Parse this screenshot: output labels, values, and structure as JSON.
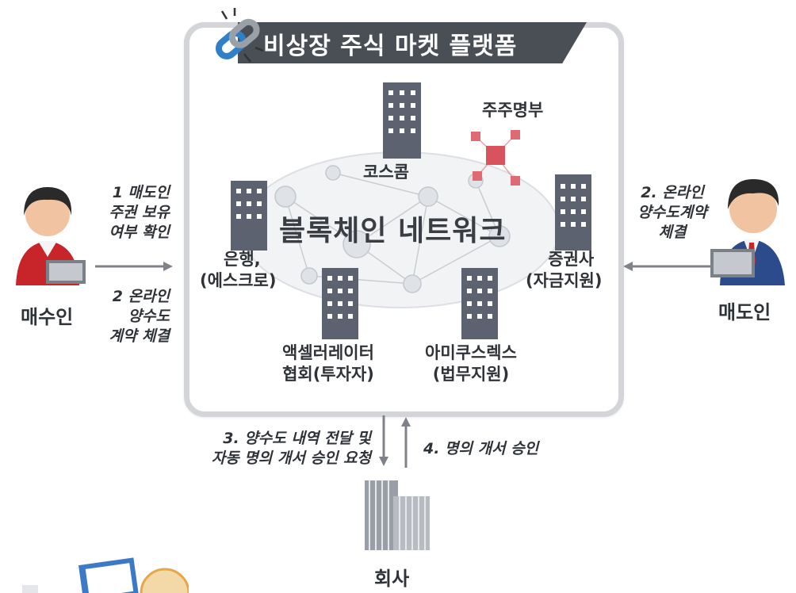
{
  "title": "비상장 주식 마켓 플랫폼",
  "network_label": "블록체인 네트워크",
  "nodes": {
    "koscom": "코스콤",
    "shareholder_registry": "주주명부",
    "bank_line1": "은행,",
    "bank_line2": "(에스크로)",
    "securities_line1": "증권사",
    "securities_line2": "(자금지원)",
    "accelerator_line1": "액셀러레이터",
    "accelerator_line2": "협회(투자자)",
    "amicus_line1": "아미쿠스렉스",
    "amicus_line2": "(법무지원)"
  },
  "actors": {
    "buyer": "매수인",
    "seller": "매도인",
    "company": "회사"
  },
  "steps": {
    "buyer_note1": [
      "1 매도인",
      "주권 보유",
      "여부 확인"
    ],
    "buyer_note2": [
      "2 온라인",
      "양수도",
      "계약 체결"
    ],
    "seller_note": [
      "2. 온라인",
      "양수도계약",
      "체결"
    ],
    "company_down": [
      "3. 양수도 내역 전달 및",
      "자동 명의 개서 승인 요청"
    ],
    "company_up": "4. 명의 개서 승인"
  },
  "colors": {
    "building": "#5c6270",
    "frame": "#d3d5d9",
    "title_bg": "#4a4f56",
    "arrow": "#7f8389",
    "buyer_shirt": "#c8252b",
    "seller_suit": "#2b4b8c",
    "registry_cubes": "#d9535e"
  }
}
